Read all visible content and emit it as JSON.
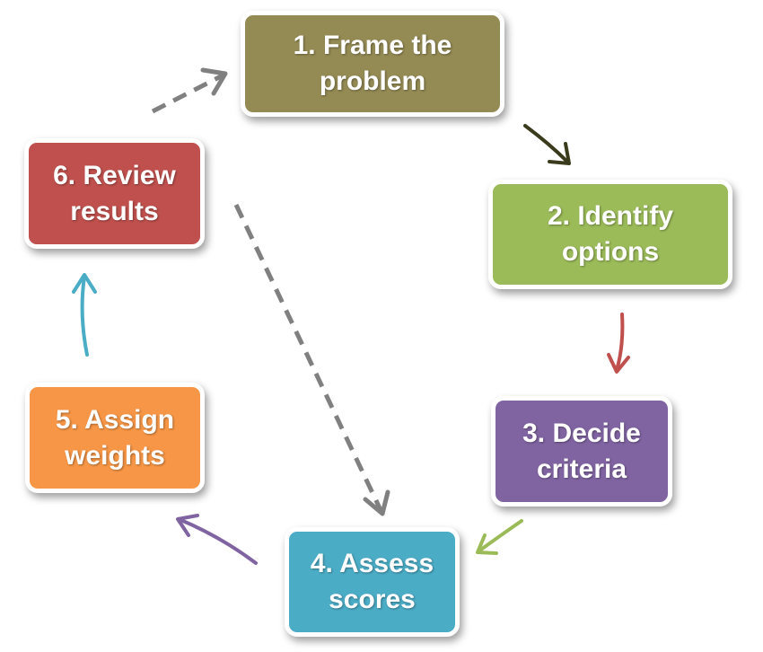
{
  "diagram": {
    "type": "cycle",
    "steps": [
      {
        "id": "frame",
        "label": "1. Frame the\nproblem",
        "color": "#948A54"
      },
      {
        "id": "options",
        "label": "2. Identify\noptions",
        "color": "#9BBB59"
      },
      {
        "id": "criteria",
        "label": "3. Decide\ncriteria",
        "color": "#8064A2"
      },
      {
        "id": "scores",
        "label": "4. Assess\nscores",
        "color": "#4BACC6"
      },
      {
        "id": "weights",
        "label": "5. Assign\nweights",
        "color": "#F79646"
      },
      {
        "id": "review",
        "label": "6. Review\nresults",
        "color": "#C0504D"
      }
    ],
    "connectors": [
      {
        "from": "frame",
        "to": "options",
        "style": "solid",
        "color": "#3A3A1C"
      },
      {
        "from": "options",
        "to": "criteria",
        "style": "solid",
        "color": "#C0504D"
      },
      {
        "from": "criteria",
        "to": "scores",
        "style": "solid",
        "color": "#9BBB59"
      },
      {
        "from": "scores",
        "to": "weights",
        "style": "solid",
        "color": "#8064A2"
      },
      {
        "from": "weights",
        "to": "review",
        "style": "solid",
        "color": "#4BACC6"
      },
      {
        "from": "review",
        "to": "frame",
        "style": "dashed",
        "color": "#808080"
      },
      {
        "from": "review",
        "to": "scores",
        "style": "dashed",
        "color": "#808080"
      }
    ]
  }
}
